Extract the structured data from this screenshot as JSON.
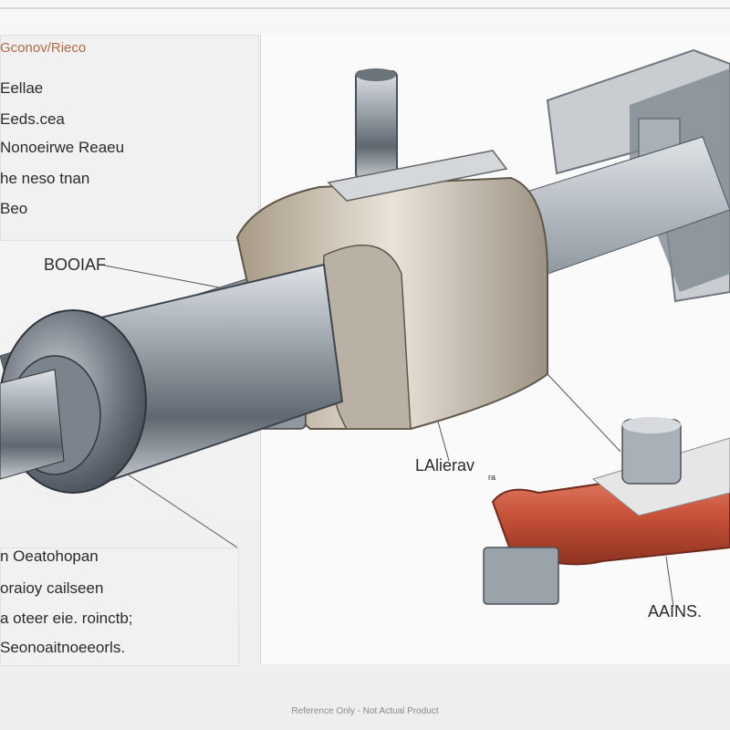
{
  "top_panel": {
    "heading": "Gconov/Rieco",
    "lines": [
      "Eellae",
      "Eeds.cea",
      "Nonoeirwe Reaeu",
      "he neso tnan",
      "Beo"
    ]
  },
  "bottom_panel": {
    "lines": [
      "n Oeatohopan",
      "oraioy cailseen",
      "a oteer eie. roinctb;",
      "Seonoaitnoeeorls."
    ]
  },
  "callouts": {
    "left": "BOOIAF",
    "center": "LAlierav",
    "center_small": "ra",
    "right": "AAINS."
  },
  "footer": "Reference Only - Not Actual Product",
  "colors": {
    "steel": "#8e959d",
    "accent": "#c8523a",
    "heading": "#b06a4a"
  }
}
